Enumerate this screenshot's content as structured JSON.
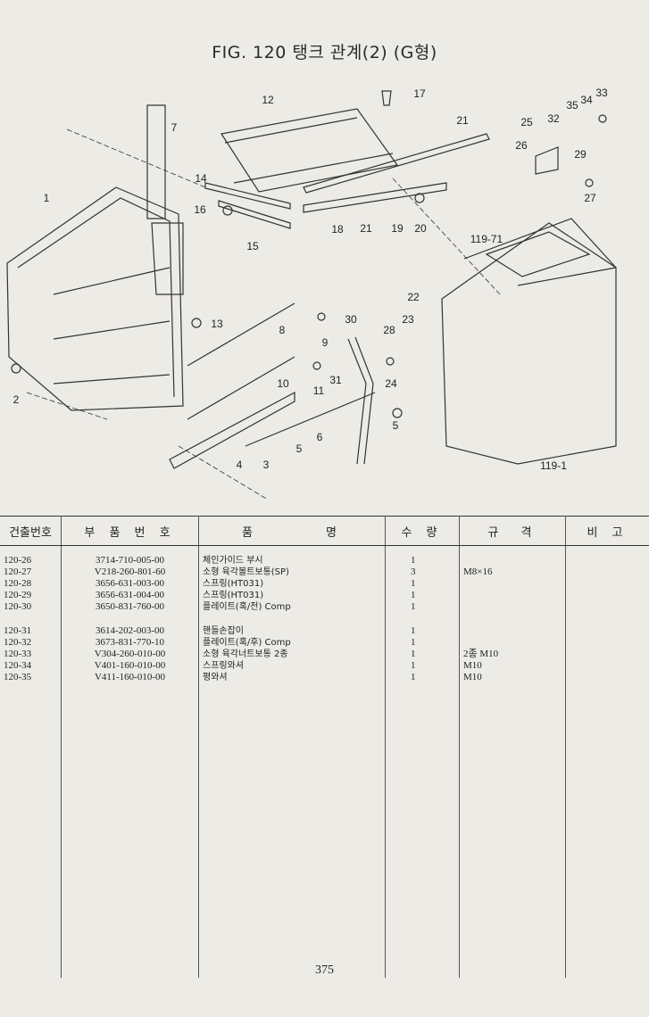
{
  "title": "FIG. 120 탱크 관계(2) (G형)",
  "diagram": {
    "callouts": [
      "7",
      "12",
      "17",
      "21",
      "25",
      "32",
      "35",
      "34",
      "33",
      "26",
      "29",
      "27",
      "14",
      "16",
      "15",
      "18",
      "21",
      "19",
      "20",
      "119-71",
      "1",
      "13",
      "8",
      "9",
      "30",
      "22",
      "23",
      "28",
      "10",
      "11",
      "31",
      "24",
      "5",
      "2",
      "6",
      "5",
      "4",
      "3",
      "119-1"
    ]
  },
  "table": {
    "headers": [
      "건출번호",
      "부 품 번 호",
      "품　　　　명",
      "수 량",
      "규　격",
      "비 고"
    ],
    "rows": [
      {
        "no": "120-26",
        "part": "3714-710-005-00",
        "name": "체인가이드 부시",
        "qty": "1",
        "spec": ""
      },
      {
        "no": "120-27",
        "part": "V218-260-801-60",
        "name": "소형 육각볼트보통(SP)",
        "qty": "3",
        "spec": "M8×16"
      },
      {
        "no": "120-28",
        "part": "3656-631-003-00",
        "name": "스프링(HT031)",
        "qty": "1",
        "spec": ""
      },
      {
        "no": "120-29",
        "part": "3656-631-004-00",
        "name": "스프링(HT031)",
        "qty": "1",
        "spec": ""
      },
      {
        "no": "120-30",
        "part": "3650-831-760-00",
        "name": "플레이트(혹/전) Comp",
        "qty": "1",
        "spec": ""
      },
      {
        "no": "120-31",
        "part": "3614-202-003-00",
        "name": "핸들손잡이",
        "qty": "1",
        "spec": ""
      },
      {
        "no": "120-32",
        "part": "3673-831-770-10",
        "name": "플레이트(혹/후) Comp",
        "qty": "1",
        "spec": ""
      },
      {
        "no": "120-33",
        "part": "V304-260-010-00",
        "name": "소형 육각너트보통 2종",
        "qty": "1",
        "spec": "2종 M10"
      },
      {
        "no": "120-34",
        "part": "V401-160-010-00",
        "name": "스프링와셔",
        "qty": "1",
        "spec": "M10"
      },
      {
        "no": "120-35",
        "part": "V411-160-010-00",
        "name": "평와셔",
        "qty": "1",
        "spec": "M10"
      }
    ]
  },
  "page_number": "375"
}
